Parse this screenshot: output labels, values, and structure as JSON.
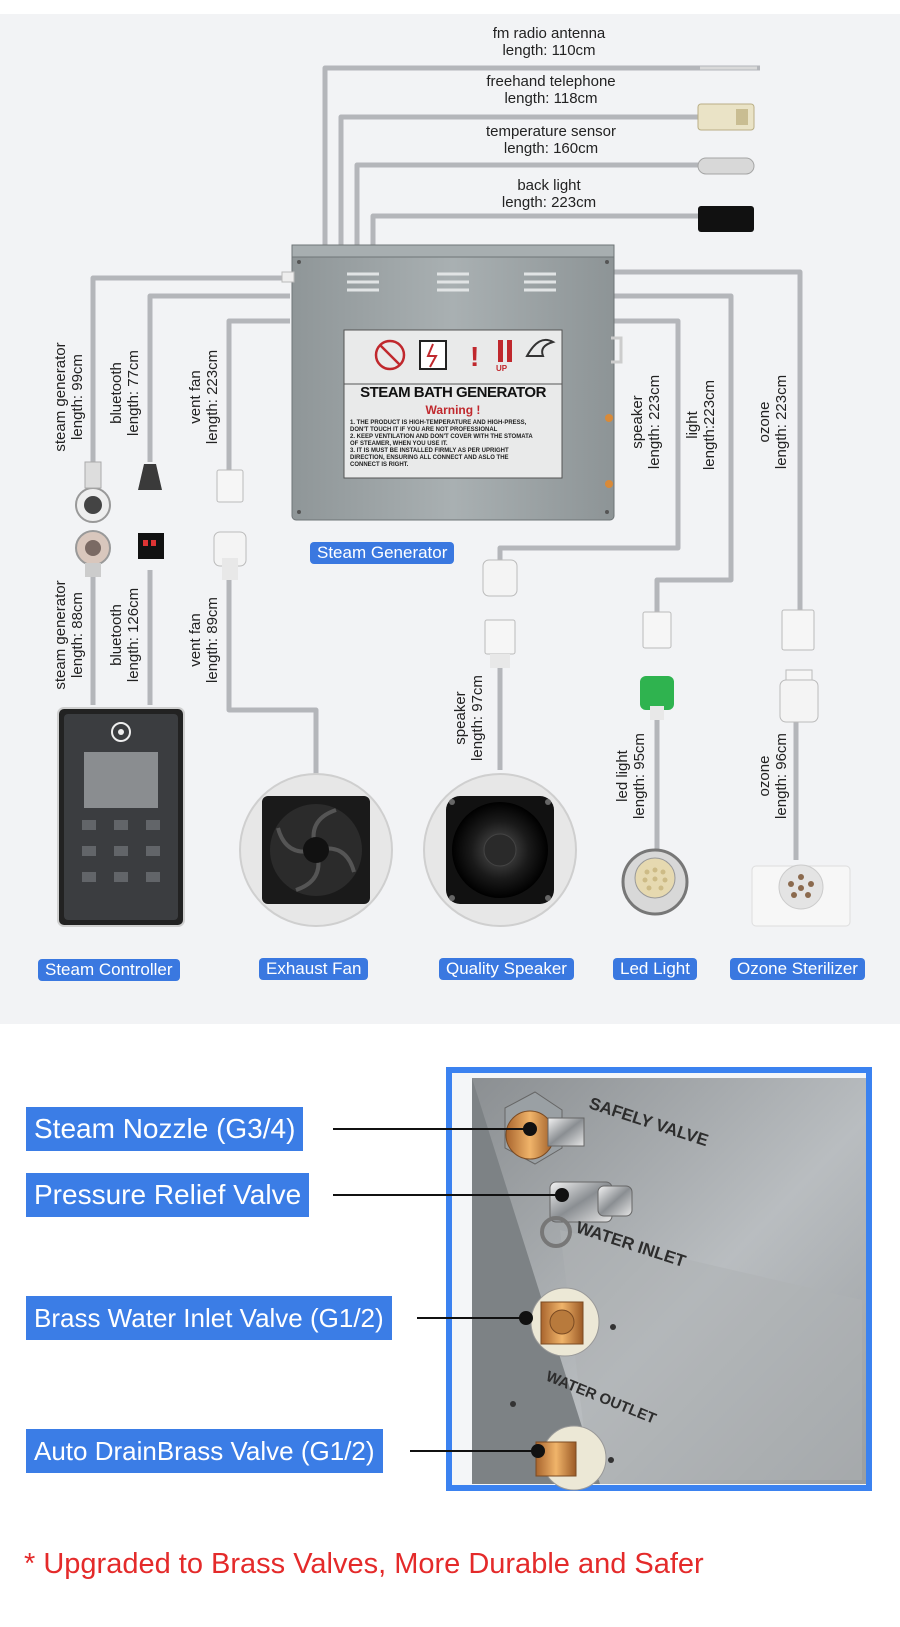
{
  "top_cables": [
    {
      "name": "fm radio antenna",
      "length": "length: 110cm"
    },
    {
      "name": "freehand telephone",
      "length": "length: 118cm"
    },
    {
      "name": "temperature sensor",
      "length": "length: 160cm"
    },
    {
      "name": "back light",
      "length": "length: 223cm"
    }
  ],
  "side_cables": [
    {
      "name": "steam generator",
      "length": "length: 99cm"
    },
    {
      "name": "bluetooth",
      "length": "length: 77cm"
    },
    {
      "name": "vent fan",
      "length": "length: 223cm"
    },
    {
      "name": "speaker",
      "length": "length: 223cm"
    },
    {
      "name": "light",
      "length": "length:223cm"
    },
    {
      "name": "ozone",
      "length": "length: 223cm"
    }
  ],
  "lower_cables": [
    {
      "name": "steam generator",
      "length": "length: 88cm"
    },
    {
      "name": "bluetooth",
      "length": "length: 126cm"
    },
    {
      "name": "vent fan",
      "length": "length: 89cm"
    },
    {
      "name": "speaker",
      "length": "length: 97cm"
    },
    {
      "name": "led light",
      "length": "length: 95cm"
    },
    {
      "name": "ozone",
      "length": "length: 96cm"
    }
  ],
  "generator_label": "Steam Generator",
  "plate": {
    "title": "STEAM BATH GENERATOR",
    "warning": "Warning !",
    "up": "UP",
    "lines": [
      "1. THE PRODUCT IS HIGH-TEMPERATURE AND HIGH-PRESS,",
      "DON'T TOUCH IT IF YOU ARE NOT PROFESSIONAL",
      "2. KEEP VENTILATION AND DON'T COVER WITH THE STOMATA",
      "OF STEAMER, WHEN YOU USE IT.",
      "3. IT IS MUST BE INSTALLED FIRMLY AS PER UPRIGHT",
      "DIRECTION, ENSURING ALL CONNECT AND ASLO THE",
      "CONNECT IS RIGHT."
    ]
  },
  "devices": [
    "Steam Controller",
    "Exhaust Fan",
    "Quality Speaker",
    "Led Light",
    "Ozone Sterilizer"
  ],
  "valves": [
    "Steam Nozzle (G3/4)",
    "Pressure Relief Valve",
    "Brass Water Inlet Valve (G1/2)",
    "Auto DrainBrass Valve (G1/2)"
  ],
  "photo_text": {
    "safety": "SAFELY VALVE",
    "inlet": "WATER INLET",
    "outlet": "WATER OUTLET"
  },
  "footer": "* Upgraded to Brass Valves, More Durable and Safer",
  "colors": {
    "badge": "#3a78e0",
    "footer": "#e42a2a",
    "frame": "#3b82f0",
    "cable": "#b4b6ba"
  }
}
